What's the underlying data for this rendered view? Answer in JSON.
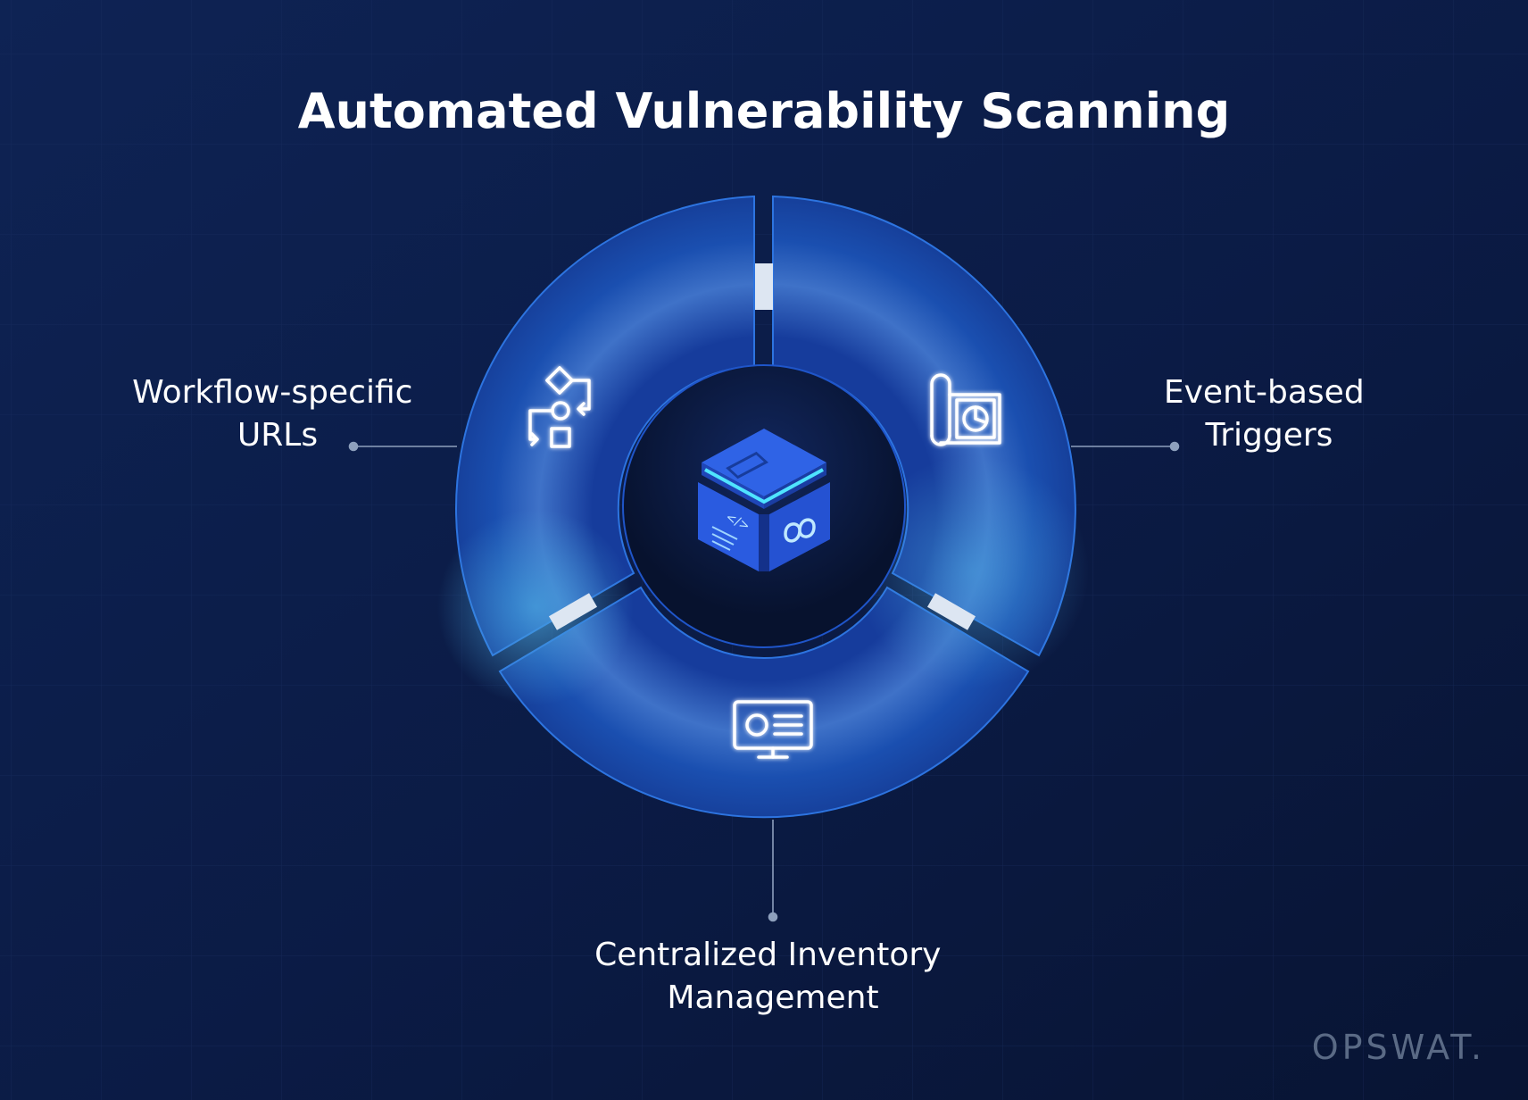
{
  "title": "Automated Vulnerability Scanning",
  "segments": [
    {
      "id": "workflow",
      "label_lines": [
        "Workflow-specific",
        "URLs"
      ],
      "icon": "workflow-icon"
    },
    {
      "id": "event",
      "label_lines": [
        "Event-based",
        "Triggers"
      ],
      "icon": "blueprint-chart-icon"
    },
    {
      "id": "inventory",
      "label_lines": [
        "Centralized Inventory",
        "Management"
      ],
      "icon": "monitor-dashboard-icon"
    }
  ],
  "center_icon": "cube-code-infinity-icon",
  "brand": "OPSWAT.",
  "colors": {
    "background": "#0b1a3d",
    "ring_edge": "#1e4fc4",
    "ring_glow": "#3a86d0",
    "core": "#0a1636",
    "text": "#ffffff",
    "leader": "#8ea0bd",
    "brand": "#5a6a85",
    "cube_top": "#2f63e6",
    "cube_accent": "#4fe4ff"
  }
}
